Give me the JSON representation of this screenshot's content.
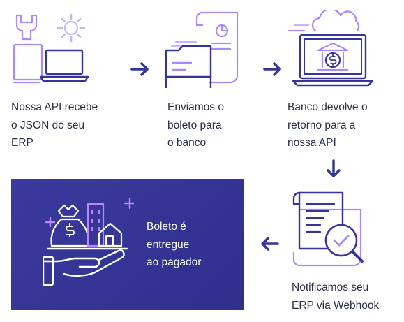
{
  "steps": [
    {
      "id": "receive",
      "text": "Nossa API recebe\no JSON do seu\nERP"
    },
    {
      "id": "send",
      "text": "Enviamos o\nboleto para\no banco"
    },
    {
      "id": "bank",
      "text": "Banco devolve o\nretorno para a\nnossa API"
    },
    {
      "id": "notify",
      "text": "Notificamos seu\nERP via Webhook"
    },
    {
      "id": "delivered",
      "text": "Boleto é\nentregue\nao pagador"
    }
  ],
  "icons": {
    "receive": "wrench-gear-laptop-icon",
    "send": "folder-document-icon",
    "bank": "cloud-laptop-bank-icon",
    "notify": "document-magnifier-check-icon",
    "delivered": "hand-money-bag-building-icon"
  },
  "colors": {
    "primary": "#34349a",
    "accent": "#a78bfa",
    "text": "#2a2e46",
    "card": "#34349a"
  }
}
